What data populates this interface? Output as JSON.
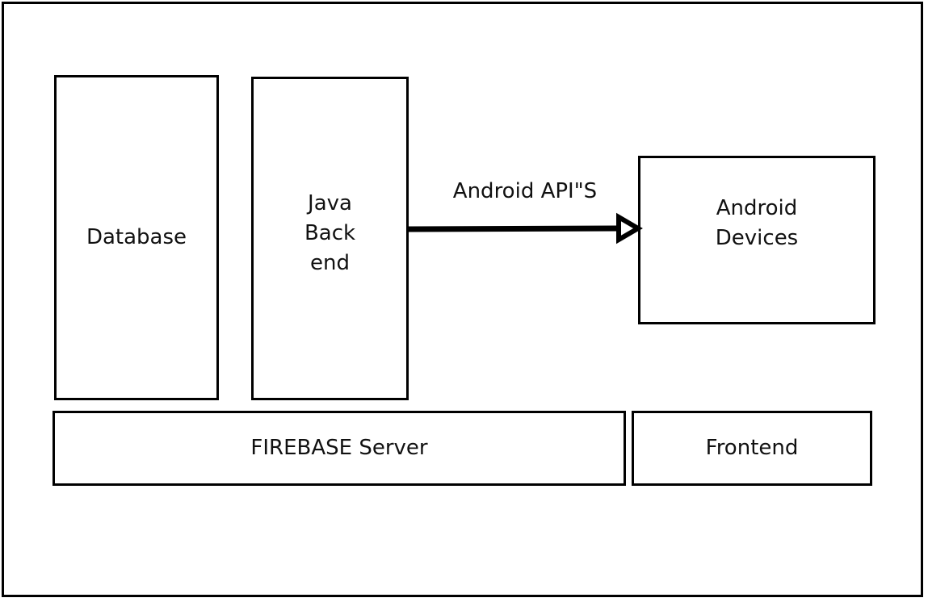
{
  "diagram": {
    "nodes": {
      "database": {
        "label": "Database"
      },
      "java_backend": {
        "lines": [
          "Java",
          "Back",
          "end"
        ]
      },
      "android_devices": {
        "lines": [
          "Android",
          "Devices"
        ]
      },
      "firebase_server": {
        "label": "FIREBASE Server"
      },
      "frontend": {
        "label": "Frontend"
      }
    },
    "edges": [
      {
        "from": "java_backend",
        "to": "android_devices",
        "label": "Android API\"S"
      }
    ]
  }
}
